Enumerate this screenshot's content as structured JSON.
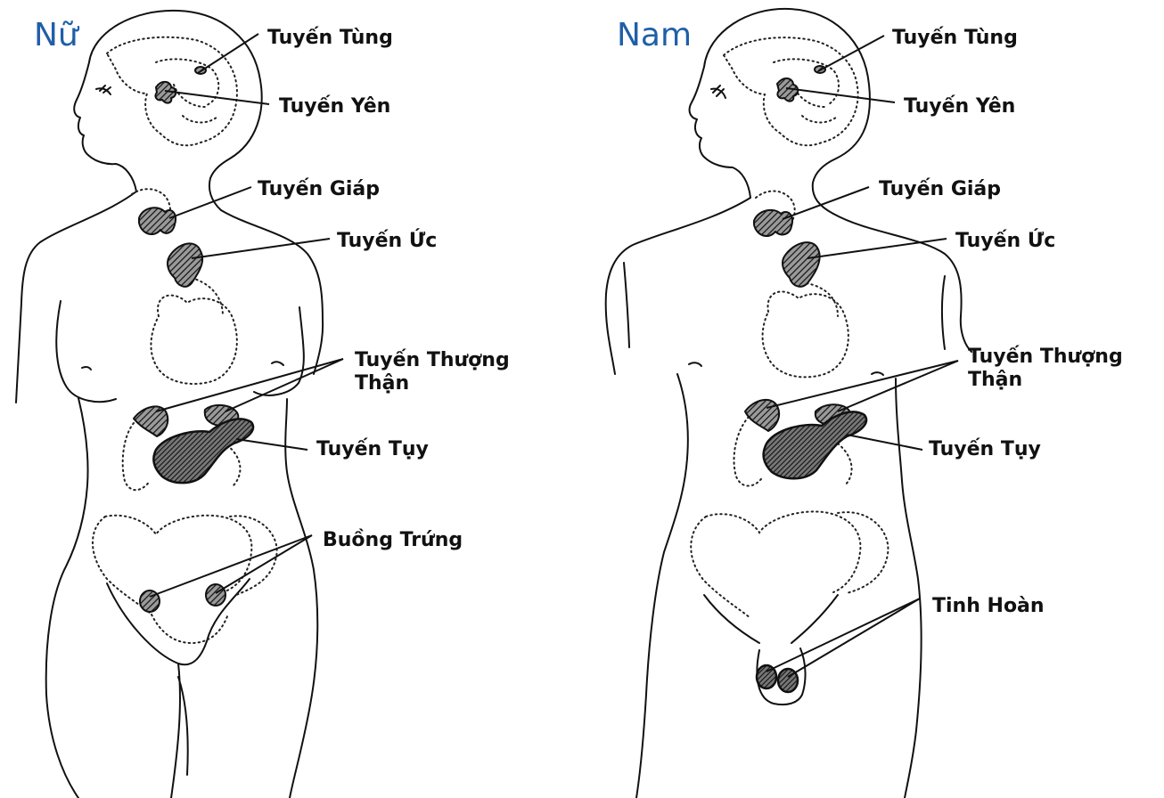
{
  "female": {
    "title": "Nữ",
    "labels": {
      "pineal": "Tuyến Tùng",
      "pituitary": "Tuyến Yên",
      "thyroid": "Tuyến Giáp",
      "thymus": "Tuyến Ức",
      "adrenal_line1": "Tuyến Thượng",
      "adrenal_line2": "Thận",
      "pancreas": "Tuyến Tụy",
      "ovaries": "Buồng Trứng"
    }
  },
  "male": {
    "title": "Nam",
    "labels": {
      "pineal": "Tuyến Tùng",
      "pituitary": "Tuyến Yên",
      "thyroid": "Tuyến Giáp",
      "thymus": "Tuyến Ức",
      "adrenal_line1": "Tuyến Thượng",
      "adrenal_line2": "Thận",
      "pancreas": "Tuyến Tụy",
      "testes": "Tinh Hoàn"
    }
  },
  "colors": {
    "title": "#1f5fa8",
    "label": "#111111",
    "line": "#111111"
  }
}
